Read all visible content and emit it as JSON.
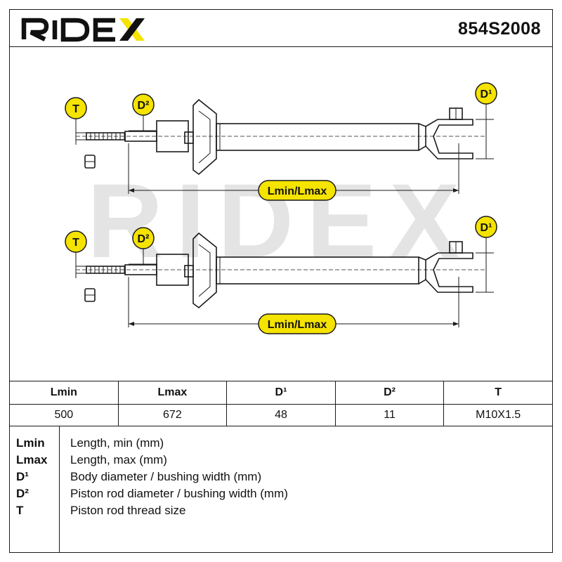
{
  "header": {
    "brand": "RIDEX",
    "part_number": "854S2008"
  },
  "diagram": {
    "labels": {
      "thread": "T",
      "rod_diameter": "D²",
      "body_diameter": "D¹",
      "length": "Lmin/Lmax"
    },
    "watermark": "RIDEX",
    "colors": {
      "badge_fill": "#f5e300",
      "line": "#1a1a1a",
      "watermark": "#e4e4e4"
    }
  },
  "table": {
    "headers": [
      "Lmin",
      "Lmax",
      "D¹",
      "D²",
      "T"
    ],
    "values": [
      "500",
      "672",
      "48",
      "11",
      "M10X1.5"
    ]
  },
  "legend": [
    {
      "abbr": "Lmin",
      "desc": "Length, min (mm)"
    },
    {
      "abbr": "Lmax",
      "desc": "Length, max (mm)"
    },
    {
      "abbr": "D¹",
      "desc": "Body diameter / bushing width (mm)"
    },
    {
      "abbr": "D²",
      "desc": "Piston rod diameter / bushing width (mm)"
    },
    {
      "abbr": "T",
      "desc": "Piston rod thread size"
    }
  ]
}
